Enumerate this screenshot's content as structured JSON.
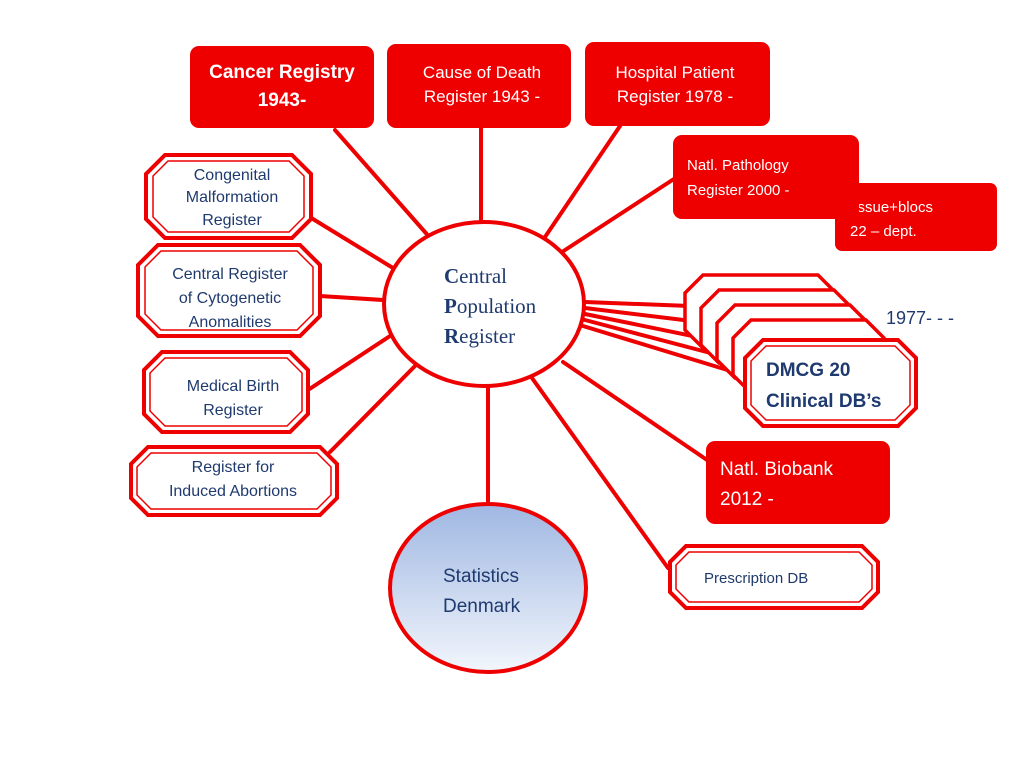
{
  "center": {
    "line1_initial": "C",
    "line1_rest": "entral",
    "line2_initial": "P",
    "line2_rest": "opulation",
    "line3_initial": "R",
    "line3_rest": "egister"
  },
  "registers": {
    "cancer": {
      "line1": "Cancer Registry",
      "line2": "1943-"
    },
    "cause_of_death": {
      "line1": "Cause of Death",
      "line2": "Register 1943 -"
    },
    "hospital_patient": {
      "line1": "Hospital  Patient",
      "line2": "Register 1978 -"
    },
    "pathology": {
      "line1": "Natl. Pathology",
      "line2": "Register 2000 -"
    },
    "pathology_note": {
      "line1": "tissue+blocs",
      "line2": "22 – dept."
    },
    "congenital": {
      "line1": "Congenital",
      "line2": "Malformation",
      "line3": "Register"
    },
    "cytogenetic": {
      "line1": "Central Register",
      "line2": "of Cytogenetic",
      "line3": "Anomalities"
    },
    "medical_birth": {
      "line1": "Medical Birth",
      "line2": "Register"
    },
    "induced_abortions": {
      "line1": "Register for",
      "line2": "Induced Abortions"
    },
    "dmcg": {
      "line1": "DMCG 20",
      "line2": "Clinical DB’s",
      "since": "1977- - -"
    },
    "biobank": {
      "line1": "Natl. Biobank",
      "line2": "2012 -"
    },
    "prescription": {
      "line1": "Prescription DB"
    },
    "statistics": {
      "line1": "Statistics",
      "line2": "Denmark"
    }
  },
  "colors": {
    "red": "#ee0000",
    "dark_blue": "#1f3a6e",
    "stats_top": "#9fb7e2",
    "stats_bottom": "#eef3fb"
  }
}
